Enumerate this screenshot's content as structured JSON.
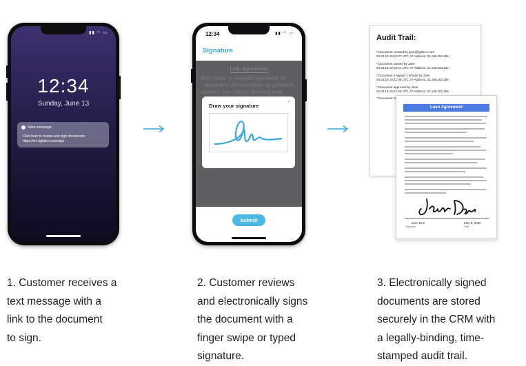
{
  "step1": {
    "time": "12:34",
    "date": "Sunday, June 13",
    "notification": {
      "title": "New message",
      "body_line1": "Click here to review and sign documents:",
      "body_line2": "https://w1.lightico.com/sign"
    }
  },
  "step2": {
    "status_time": "12:34",
    "screen_title": "Signature",
    "doc_title": "Loan Agreement",
    "doc_text_line1": "Any notice or demand delivered as",
    "doc_text_line2": "described will constitute as sufficient",
    "doc_text_line3": "delivery. Any notice, demand mail",
    "card_label": "Draw your signature",
    "close_glyph": "×",
    "submit_label": "Submit"
  },
  "step3": {
    "audit_title": "Audit Trail:",
    "audit_entries": [
      {
        "action": "* Document created by jane@lightico.com",
        "meta": "03.20.19 19:03:07 UTC, IP Address: 31.168.253.106"
      },
      {
        "action": "* Document viewed by Jane",
        "meta": "03.20.19 19:20:31 UTC, IP Address: 31.168.253.106"
      },
      {
        "action": "* Document e-signed 1 time(s) by Jane",
        "meta": "03.20.19 19:21:05 UTC, IP Address: 31.168.253.106"
      },
      {
        "action": "* Document approved by Jane",
        "meta": "03.20.19 19:21:05 UTC, IP Address: 31.168.253.106"
      },
      {
        "action": "* Document Notified by Lightico Salesforce Flows",
        "meta": ""
      }
    ],
    "loan_title": "Loan Agreement",
    "signer_name": "Jane Doe",
    "sign_date": "May 8, 2020",
    "signature_caption": "Signature",
    "date_caption": "Date"
  },
  "captions": [
    {
      "lines": [
        "1. Customer receives a",
        "text message with a",
        "link to the document",
        "to sign."
      ]
    },
    {
      "lines": [
        "2. Customer reviews",
        "and electronically signs",
        "the document with a",
        "finger swipe or typed",
        "signature."
      ]
    },
    {
      "lines": [
        "3. Electronically signed",
        "documents are stored",
        "securely in the CRM with",
        "a legally-binding, time-",
        "stamped audit trail."
      ]
    }
  ],
  "colors": {
    "accent": "#3aa7dc",
    "submit": "#4bb7e5",
    "loan_header": "#4b7be0",
    "lock_screen_top": "#3c3170"
  }
}
